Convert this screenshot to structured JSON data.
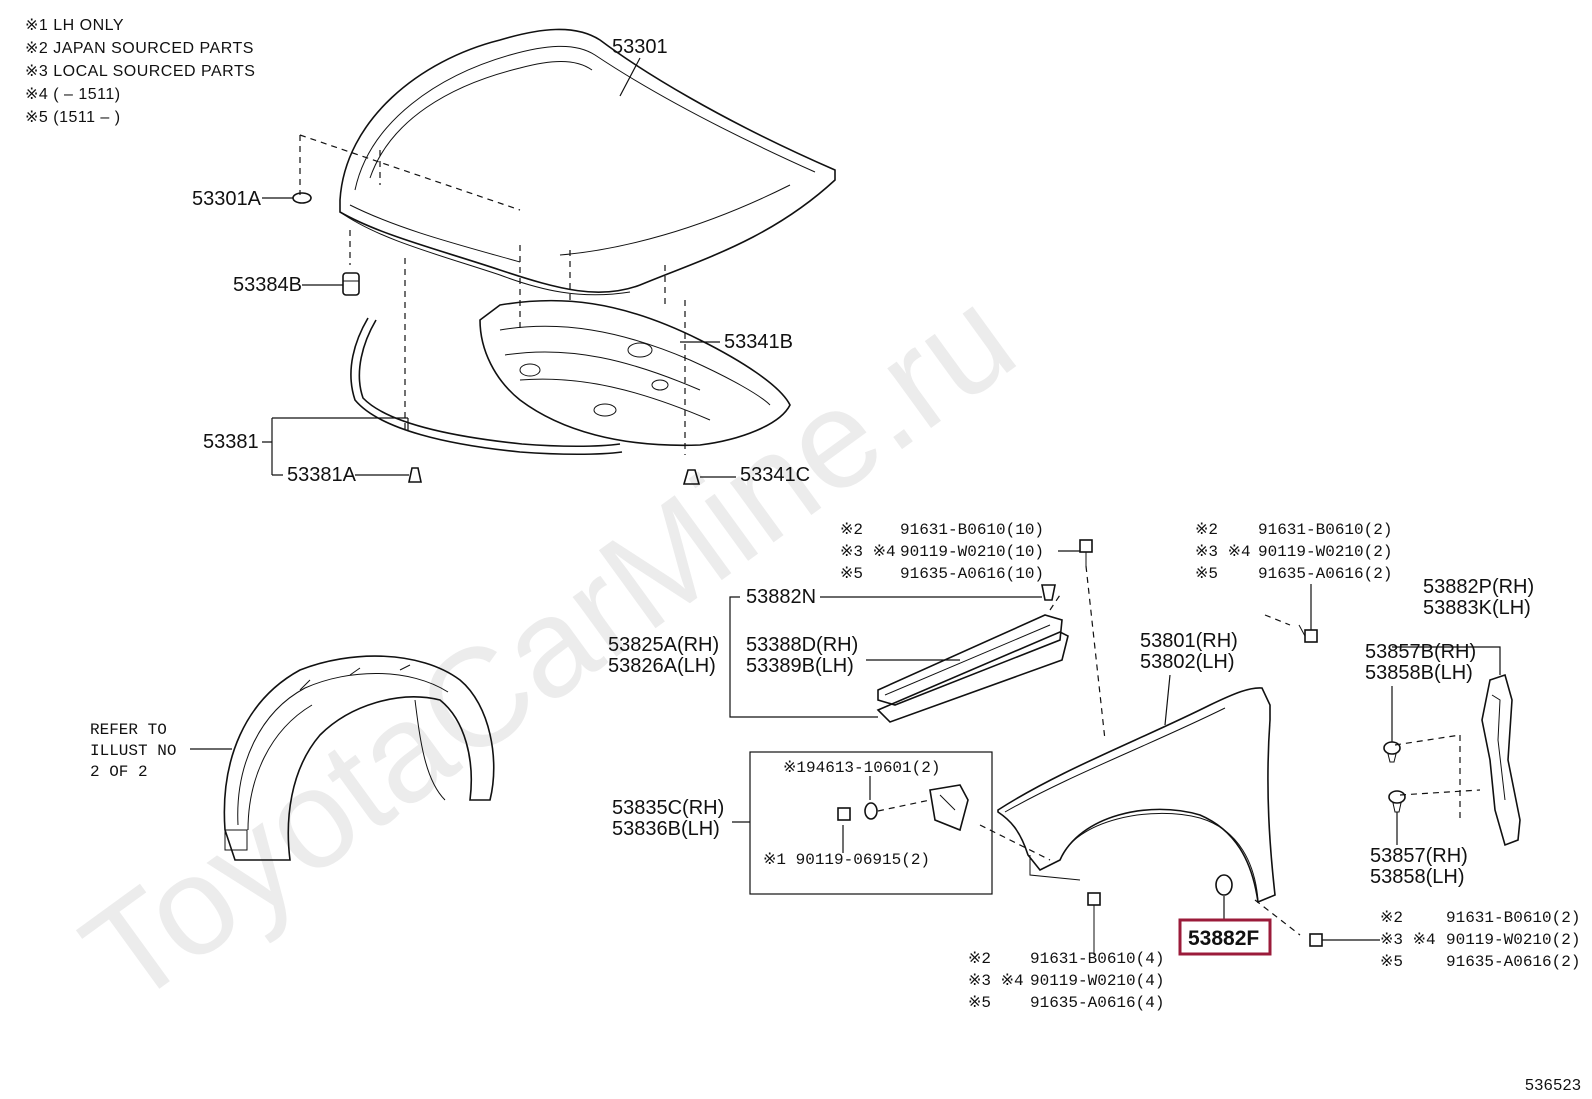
{
  "notes": [
    "※1 LH ONLY",
    "※2 JAPAN SOURCED PARTS",
    "※3 LOCAL SOURCED PARTS",
    "※4 (      – 1511)",
    "※5 (1511 –      )"
  ],
  "watermark": "ToyotaCarMine.ru",
  "diagram_id": "536523",
  "refer_note": [
    "REFER TO",
    "ILLUST NO",
    "2 OF 2"
  ],
  "parts": {
    "p53301": "53301",
    "p53301A": "53301A",
    "p53384B": "53384B",
    "p53341B": "53341B",
    "p53381": "53381",
    "p53381A": "53381A",
    "p53341C": "53341C",
    "p53882N": "53882N",
    "p53825A": "53825A(RH)",
    "p53826A": "53826A(LH)",
    "p53388D": "53388D(RH)",
    "p53389B": "53389B(LH)",
    "p53835C": "53835C(RH)",
    "p53836B": "53836B(LH)",
    "p194613": "※194613-10601(2)",
    "p90119_06915": "※1 90119-06915(2)",
    "p53801": "53801(RH)",
    "p53802": "53802(LH)",
    "p53882P": "53882P(RH)",
    "p53883K": "53883K(LH)",
    "p53857B": "53857B(RH)",
    "p53858B": "53858B(LH)",
    "p53857": "53857(RH)",
    "p53858": "53858(LH)",
    "p53882F": "53882F"
  },
  "bolt_groups": {
    "top_center": [
      {
        "mark": "※2",
        "code": "91631-B0610(10)"
      },
      {
        "mark": "※3 ※4",
        "code": "90119-W0210(10)"
      },
      {
        "mark": "※5",
        "code": "91635-A0616(10)"
      }
    ],
    "top_right": [
      {
        "mark": "※2",
        "code": "91631-B0610(2)"
      },
      {
        "mark": "※3 ※4",
        "code": "90119-W0210(2)"
      },
      {
        "mark": "※5",
        "code": "91635-A0616(2)"
      }
    ],
    "bottom_center": [
      {
        "mark": "※2",
        "code": "91631-B0610(4)"
      },
      {
        "mark": "※3 ※4",
        "code": "90119-W0210(4)"
      },
      {
        "mark": "※5",
        "code": "91635-A0616(4)"
      }
    ],
    "bottom_right": [
      {
        "mark": "※2",
        "code": "91631-B0610(2)"
      },
      {
        "mark": "※3 ※4",
        "code": "90119-W0210(2)"
      },
      {
        "mark": "※5",
        "code": "91635-A0616(2)"
      }
    ]
  },
  "highlight_color": "#9b1b3a"
}
